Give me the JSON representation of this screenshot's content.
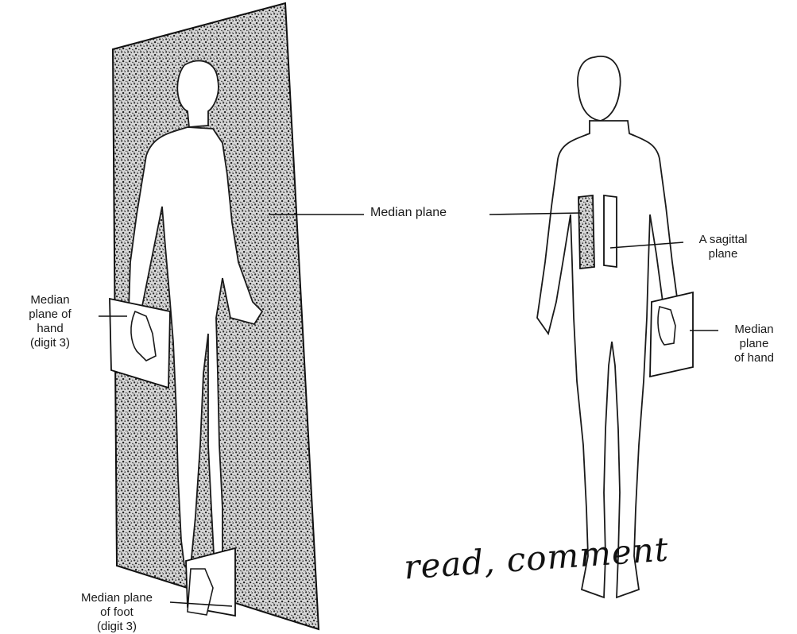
{
  "labels": {
    "median_plane": "Median plane",
    "a_sagittal_plane": [
      "A sagittal",
      "plane"
    ],
    "median_plane_of_hand_left": [
      "Median",
      "plane of",
      "hand",
      "(digit 3)"
    ],
    "median_plane_of_hand_right": [
      "Median",
      "plane",
      "of hand"
    ],
    "median_plane_of_foot": [
      "Median plane",
      "of foot",
      "(digit 3)"
    ]
  },
  "handwritten_note": "read, comment",
  "colors": {
    "ink": "#1a1a1a",
    "plane_fill": "#9a9a9a",
    "background": "#ffffff"
  }
}
